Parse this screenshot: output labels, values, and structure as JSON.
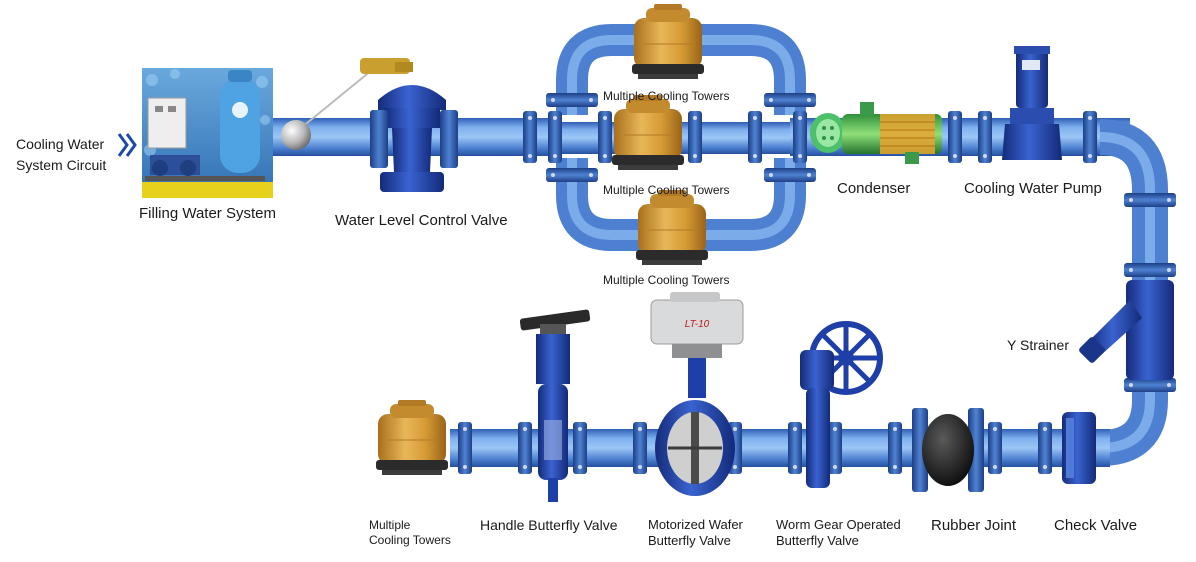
{
  "circuit_label": {
    "line1": "Cooling Water",
    "line2": "System Circuit"
  },
  "labels": {
    "filling_water_system": "Filling Water System",
    "water_level_control_valve": "Water Level Control Valve",
    "cooling_towers_top": "Multiple Cooling Towers",
    "cooling_towers_middle": "Multiple Cooling Towers",
    "cooling_towers_bottom": "Multiple Cooling Towers",
    "condenser": "Condenser",
    "cooling_water_pump": "Cooling Water Pump",
    "y_strainer": "Y Strainer",
    "check_valve": "Check Valve",
    "rubber_joint": "Rubber Joint",
    "worm_gear_line1": "Worm Gear Operated",
    "worm_gear_line2": "Butterfly Valve",
    "motorized_line1": "Motorized Wafer",
    "motorized_line2": "Butterfly Valve",
    "handle_butterfly_valve": "Handle Butterfly Valve",
    "end_towers_line1": "Multiple",
    "end_towers_line2": "Cooling Towers"
  },
  "actuator_text": "LT-10",
  "colors": {
    "pipe": "#5d90d8",
    "pipe_dark": "#2f62b8",
    "flange": "#2b56a8",
    "tower": "#d9a23c",
    "valve_blue": "#1f3fa8"
  }
}
